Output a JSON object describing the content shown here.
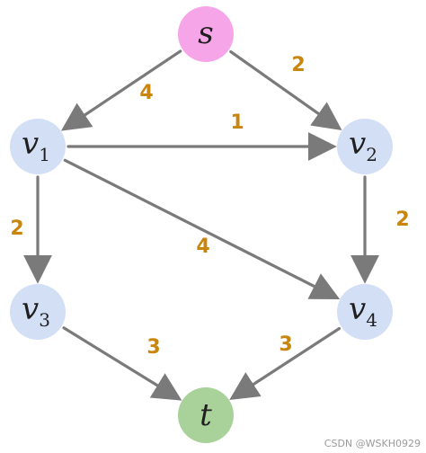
{
  "colors": {
    "source_node": "#f6a6e8",
    "sink_node": "#a9d19a",
    "inner_node": "#d3dff5",
    "edge": "#7a7a7a",
    "weight": "#c8860f"
  },
  "nodes": {
    "s": {
      "main": "s",
      "sub": ""
    },
    "v1": {
      "main": "v",
      "sub": "1"
    },
    "v2": {
      "main": "v",
      "sub": "2"
    },
    "v3": {
      "main": "v",
      "sub": "3"
    },
    "v4": {
      "main": "v",
      "sub": "4"
    },
    "t": {
      "main": "t",
      "sub": ""
    }
  },
  "edges": [
    {
      "from": "s",
      "to": "v1",
      "weight": "4"
    },
    {
      "from": "s",
      "to": "v2",
      "weight": "2"
    },
    {
      "from": "v1",
      "to": "v2",
      "weight": "1"
    },
    {
      "from": "v1",
      "to": "v3",
      "weight": "2"
    },
    {
      "from": "v1",
      "to": "v4",
      "weight": "4"
    },
    {
      "from": "v2",
      "to": "v4",
      "weight": "2"
    },
    {
      "from": "v3",
      "to": "t",
      "weight": "3"
    },
    {
      "from": "v4",
      "to": "t",
      "weight": "3"
    }
  ],
  "watermark": "CSDN @WSKH0929"
}
